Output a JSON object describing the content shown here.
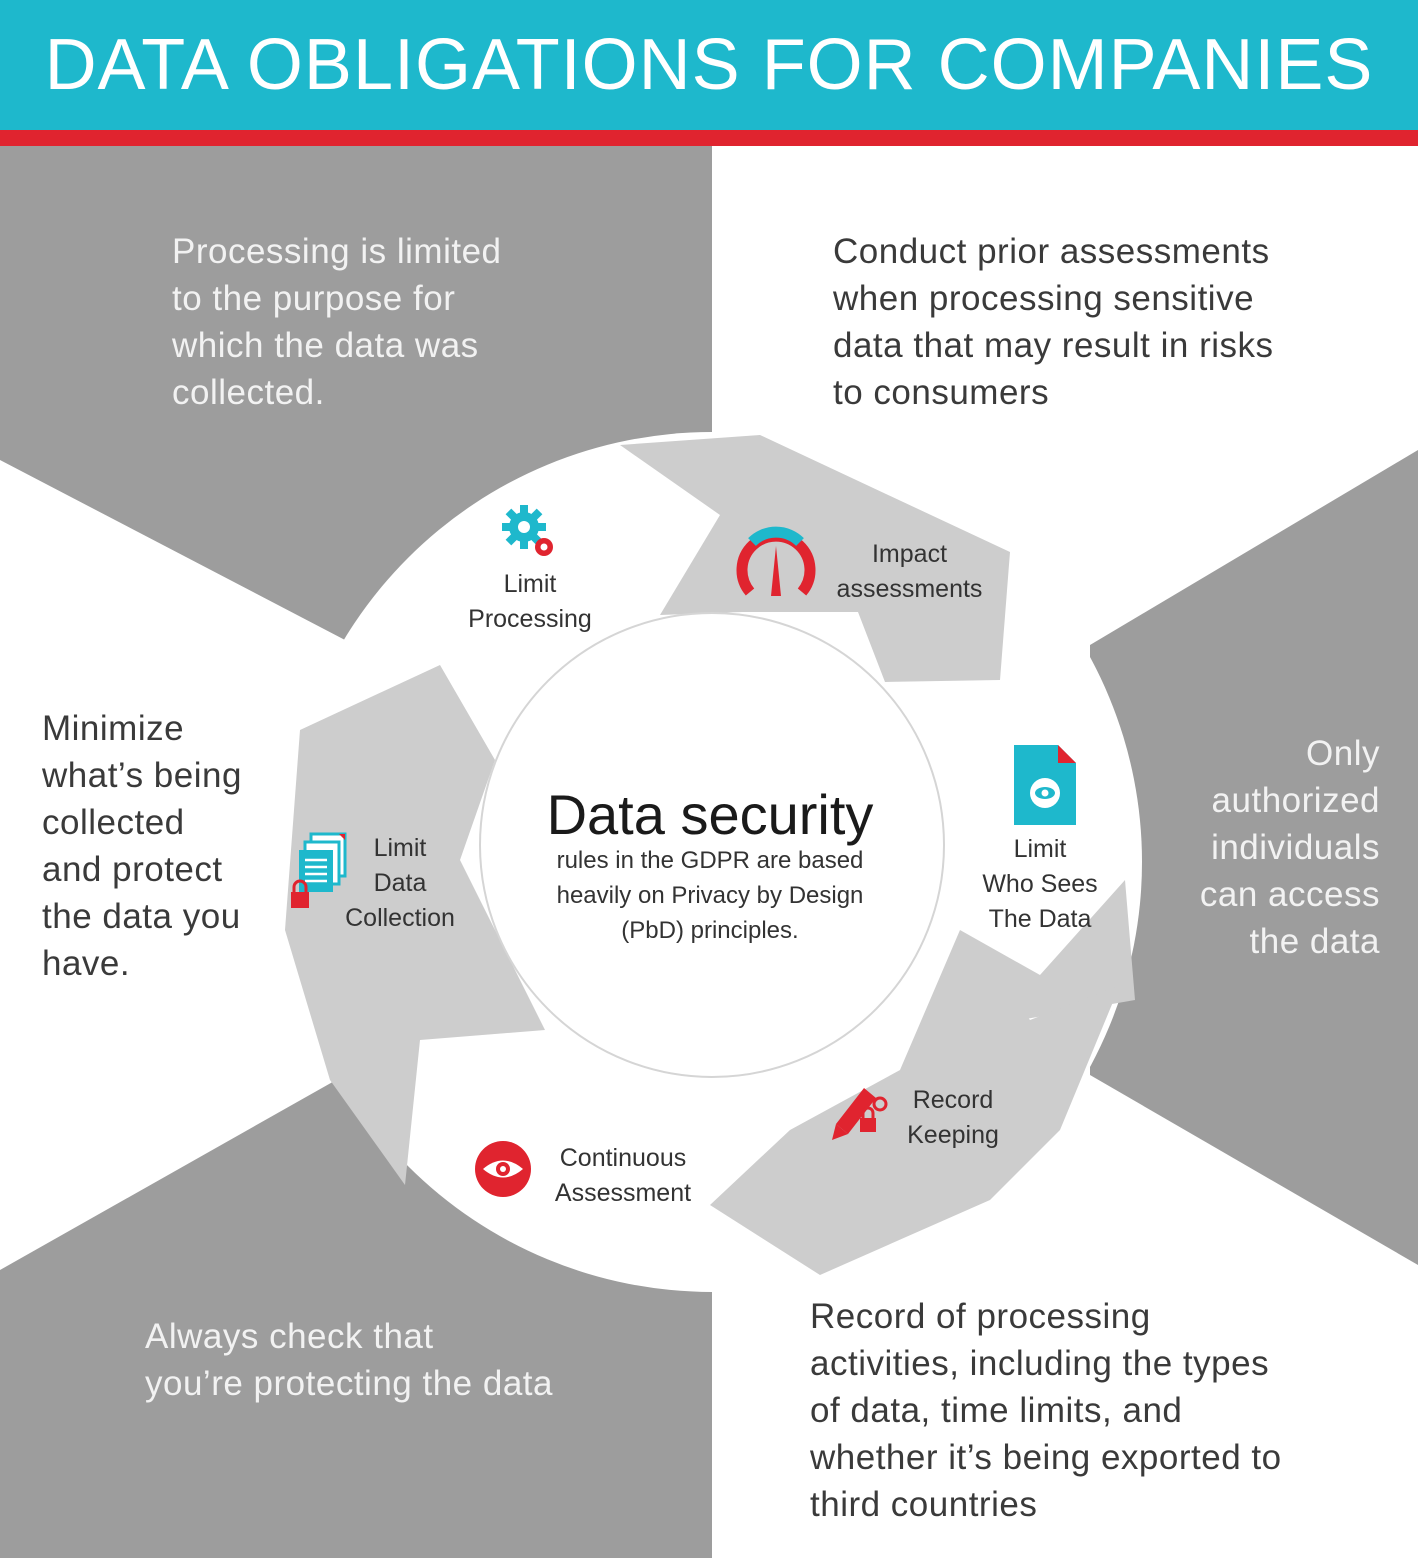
{
  "header": {
    "title": "DATA OBLIGATIONS FOR COMPANIES"
  },
  "colors": {
    "header_bg": "#1eb8cc",
    "header_rule": "#e0242f",
    "panel_gray": "#9d9d9d",
    "ring_gray": "#cdcdcd",
    "accent_red": "#e0242f",
    "accent_teal": "#1eb8cc"
  },
  "center": {
    "title": "Data security",
    "subtitle": "rules in the GDPR are based\nheavily on Privacy by Design\n(PbD) principles."
  },
  "segments": [
    {
      "label": "Limit\nProcessing",
      "icon": "gears-icon"
    },
    {
      "label": "Impact\nassessments",
      "icon": "gauge-icon"
    },
    {
      "label": "Limit\nWho Sees\nThe Data",
      "icon": "document-eye-icon"
    },
    {
      "label": "Record\nKeeping",
      "icon": "pencil-lock-icon"
    },
    {
      "label": "Continuous\nAssessment",
      "icon": "eye-icon"
    },
    {
      "label": "Limit\nData\nCollection",
      "icon": "documents-lock-icon"
    }
  ],
  "descriptions": [
    {
      "text": "Processing is limited\nto the purpose for\nwhich the data was\ncollected."
    },
    {
      "text": "Conduct prior assessments\nwhen processing sensitive\ndata that may result in risks\nto consumers"
    },
    {
      "text": "Only\nauthorized\nindividuals\ncan access\nthe data"
    },
    {
      "text": "Record of processing\nactivities, including the types\nof data, time limits, and\nwhether it’s being exported to\nthird countries"
    },
    {
      "text": "Always check that\nyou’re protecting the data"
    },
    {
      "text": "Minimize\nwhat’s being\ncollected\nand protect\nthe data you\nhave."
    }
  ]
}
